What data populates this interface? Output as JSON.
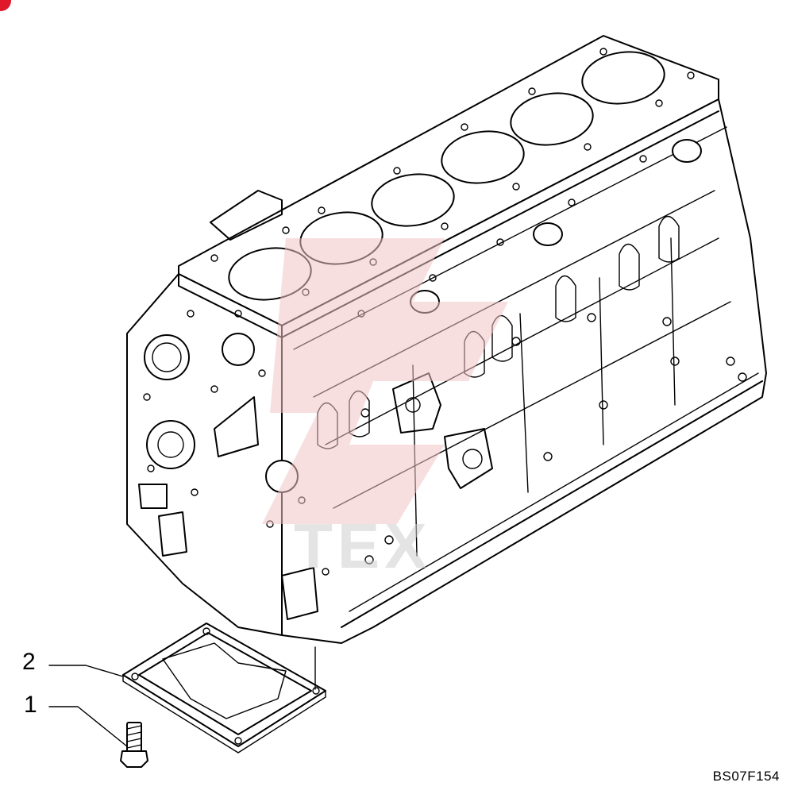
{
  "callouts": [
    {
      "number": "1",
      "part": "bolt"
    },
    {
      "number": "2",
      "part": "gasket plate"
    }
  ],
  "reference_code": "BS07F154",
  "watermark": {
    "text": "TEX",
    "logo": "watermark-logo"
  },
  "colors": {
    "line": "#000000",
    "background": "#ffffff",
    "badge": "#e0182b",
    "watermark": "#f3c4c4"
  },
  "icons": {
    "corner_badge": "red-circle-icon"
  }
}
